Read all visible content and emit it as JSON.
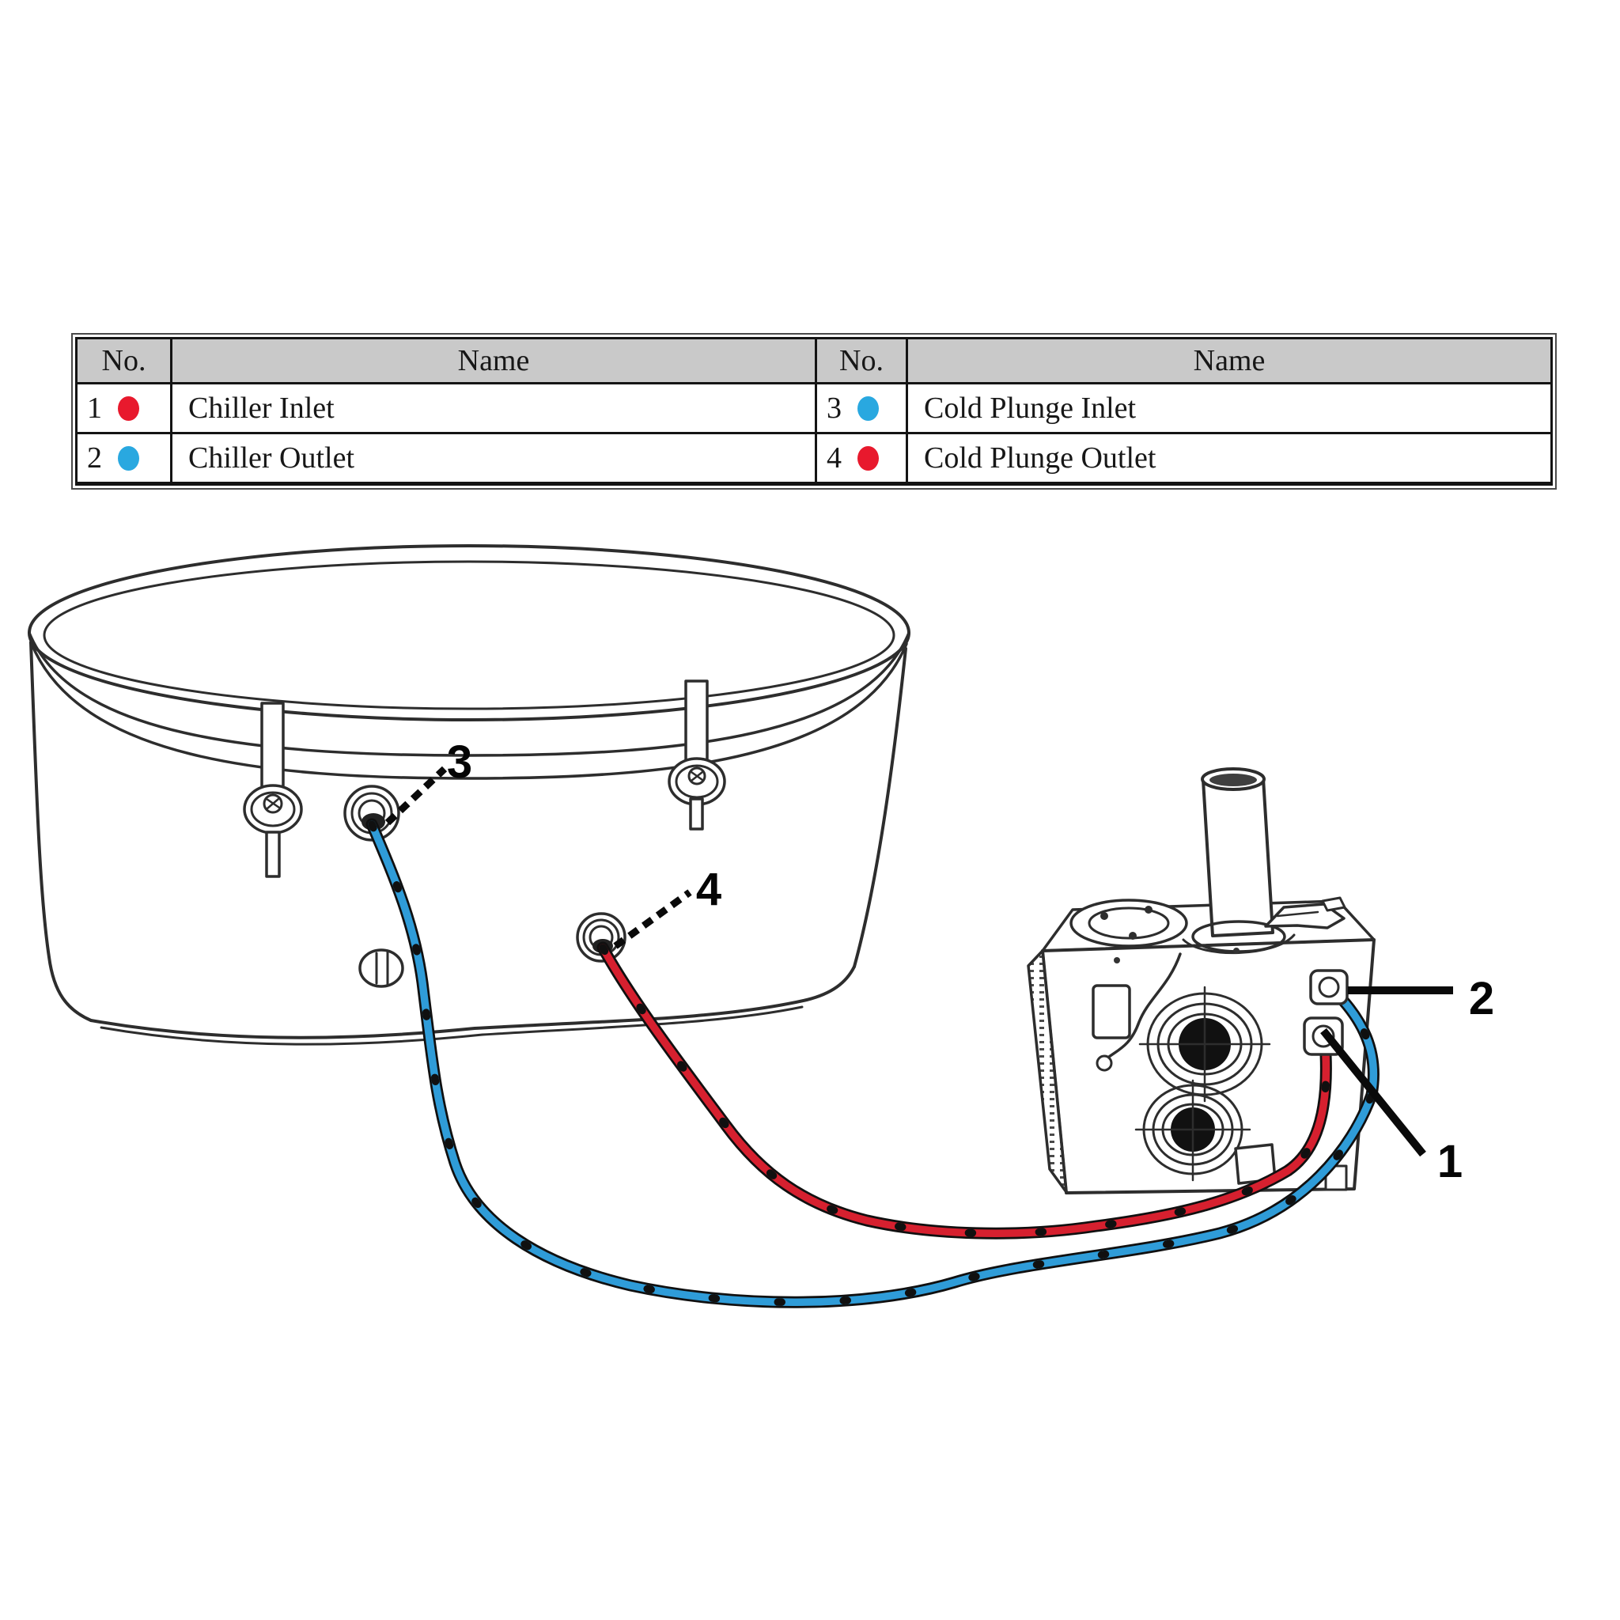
{
  "table": {
    "headers": [
      "No.",
      "Name",
      "No.",
      "Name"
    ],
    "rows": [
      {
        "no_left": "1",
        "dot_left": "red",
        "name_left": "Chiller Inlet",
        "no_right": "3",
        "dot_right": "blue",
        "name_right": "Cold Plunge Inlet"
      },
      {
        "no_left": "2",
        "dot_left": "blue",
        "name_left": "Chiller Outlet",
        "no_right": "4",
        "dot_right": "red",
        "name_right": "Cold Plunge Outlet"
      }
    ]
  },
  "colors": {
    "dot_red": "#e8192d",
    "dot_blue": "#29a8e0",
    "header_bg": "#c9c9c9",
    "table_border": "#141414",
    "hose_hot": "#d6202f",
    "hose_cold": "#2f9cd8",
    "line_art": "#2d2d2d",
    "callout": "#050505"
  },
  "diagram": {
    "callouts": [
      {
        "text": "1"
      },
      {
        "text": "2"
      },
      {
        "text": "3"
      },
      {
        "text": "4"
      }
    ]
  }
}
